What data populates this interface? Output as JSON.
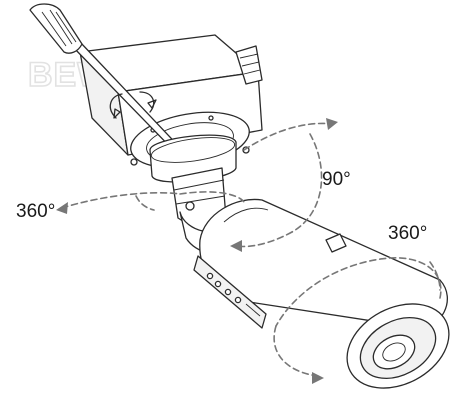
{
  "watermark": "BEWARD",
  "labels": {
    "pan_left": "360°",
    "tilt": "90°",
    "rotate": "360°"
  },
  "colors": {
    "ink": "#2b2b2b",
    "dashed_arrows": "#777777",
    "watermark": "#e2e2e2"
  }
}
